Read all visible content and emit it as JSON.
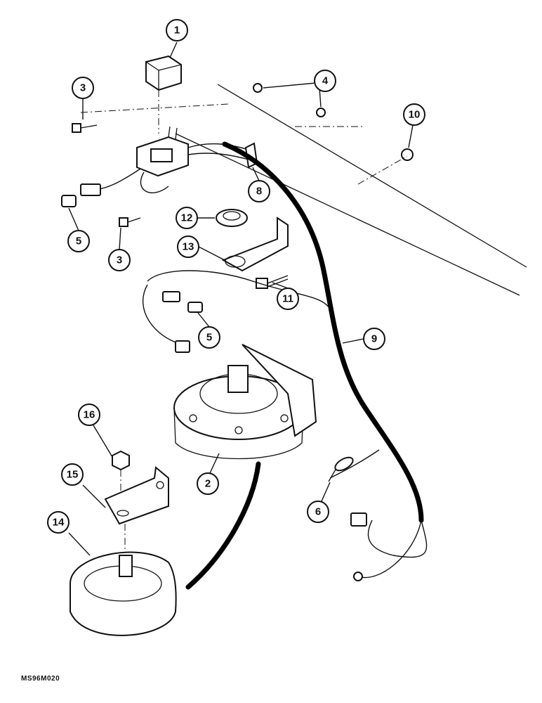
{
  "callouts": [
    "1",
    "3",
    "4",
    "10",
    "5",
    "3",
    "12",
    "13",
    "8",
    "11",
    "9",
    "5",
    "16",
    "15",
    "2",
    "6",
    "14"
  ],
  "figure_code": "MS96M020"
}
